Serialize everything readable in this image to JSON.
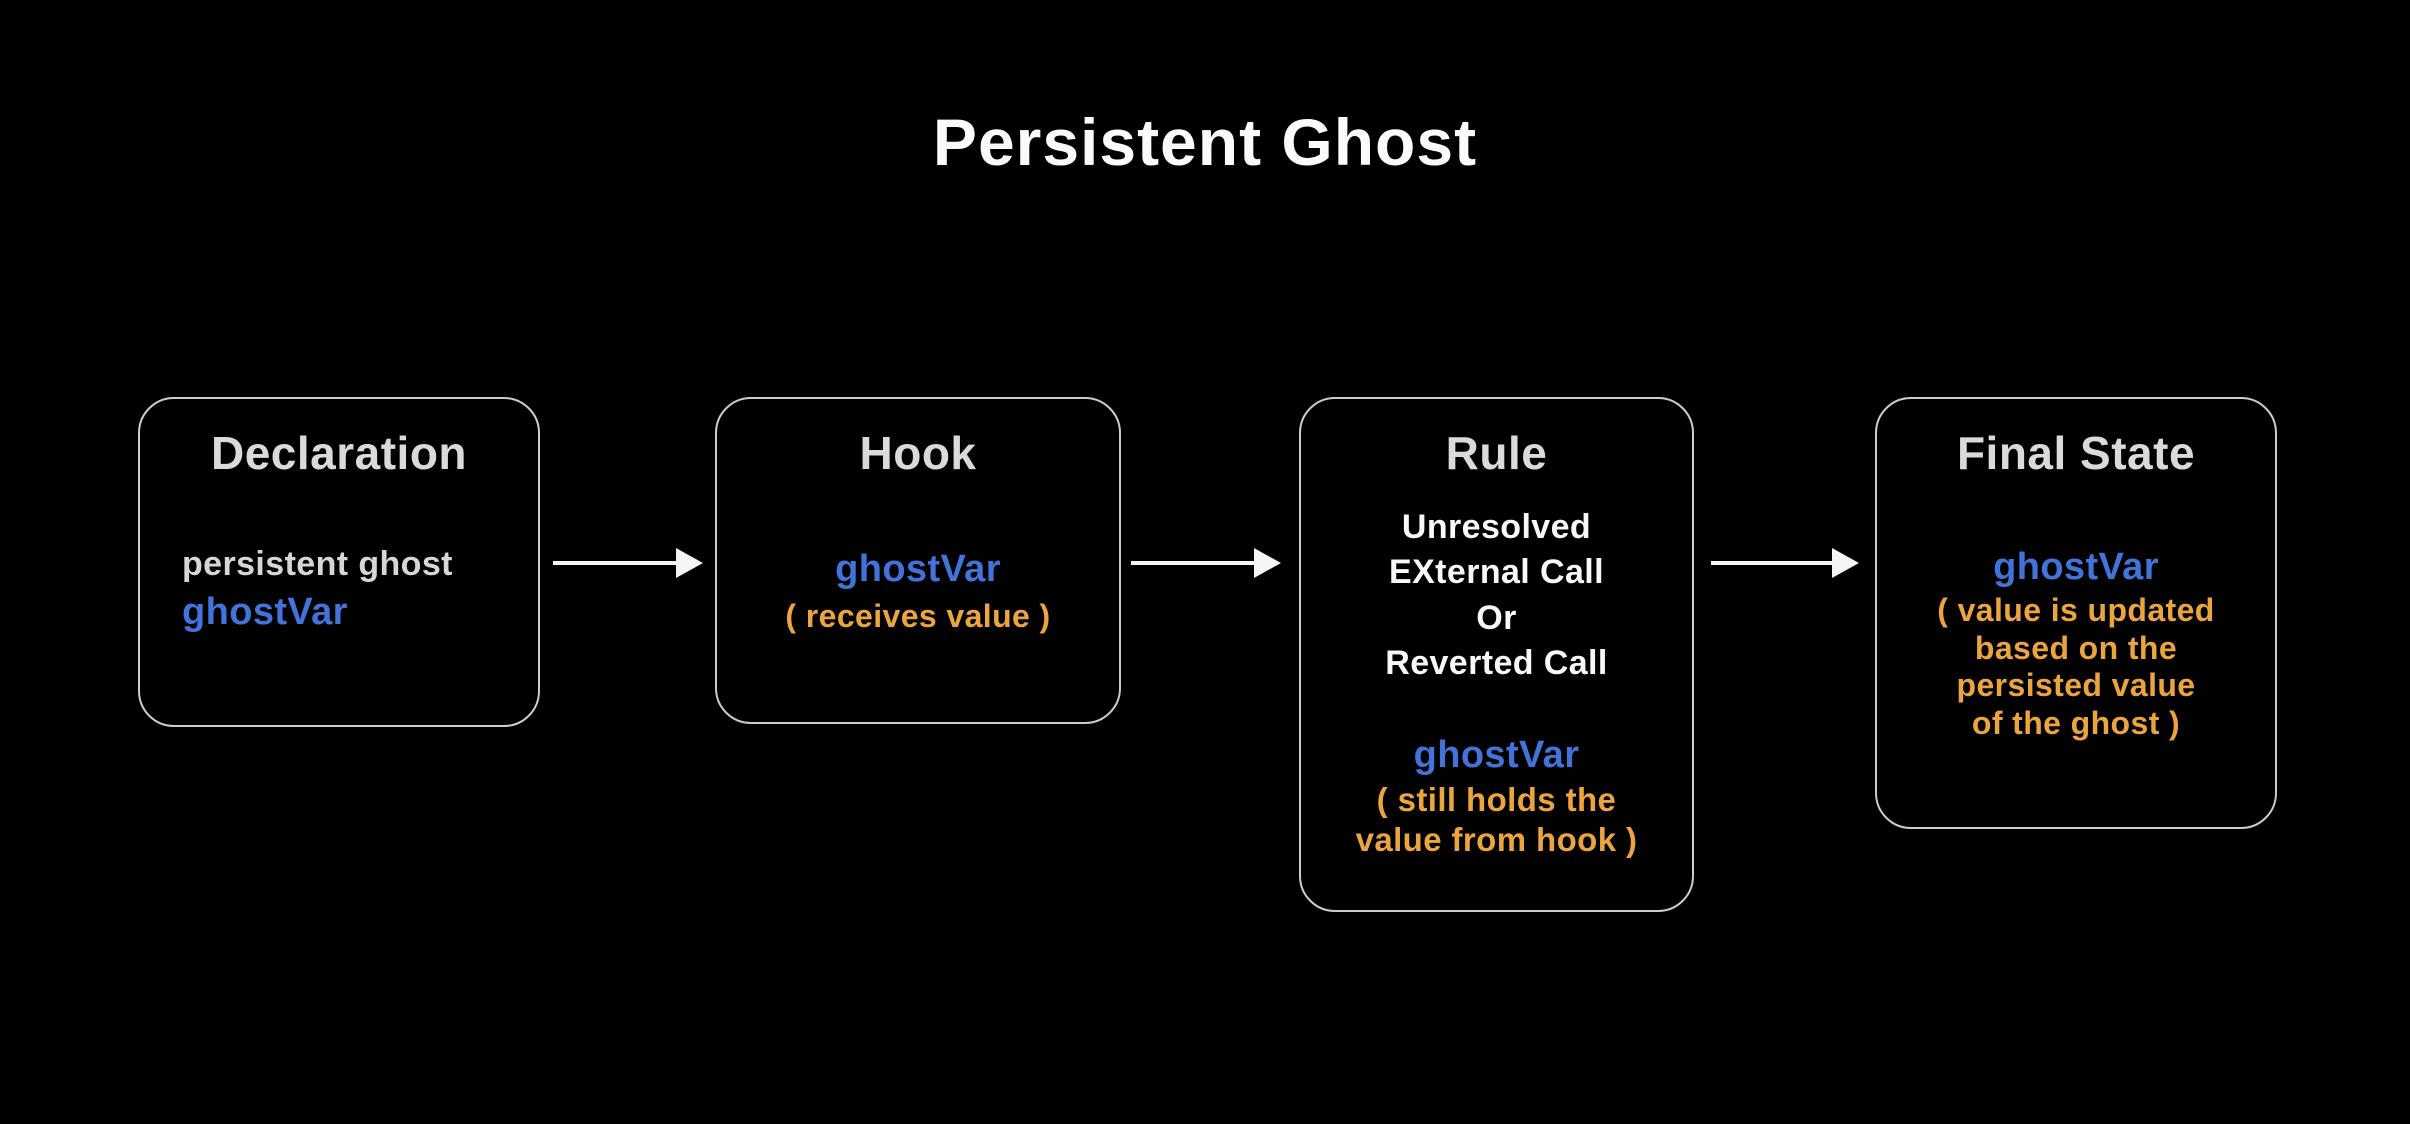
{
  "title": "Persistent Ghost",
  "colors": {
    "background": "#000000",
    "border": "#cccccc",
    "heading": "#dadada",
    "muted": "#d6d6d6",
    "white": "#f8f8f8",
    "blue": "#4273da",
    "orange": "#eca43f",
    "arrow": "#f5f5f5"
  },
  "boxes": [
    {
      "title": "Declaration",
      "lines": [
        {
          "text": "persistent ghost",
          "color": "muted"
        },
        {
          "text": "ghostVar",
          "color": "blue"
        }
      ]
    },
    {
      "title": "Hook",
      "lines": [
        {
          "text": "ghostVar",
          "color": "blue"
        },
        {
          "text": "( receives value )",
          "color": "orange"
        }
      ]
    },
    {
      "title": "Rule",
      "lines": [
        {
          "text": "Unresolved",
          "color": "white"
        },
        {
          "text": "EXternal Call",
          "color": "white"
        },
        {
          "text": "Or",
          "color": "white"
        },
        {
          "text": "Reverted Call",
          "color": "white"
        },
        {
          "text": "ghostVar",
          "color": "blue"
        },
        {
          "text": "( still holds the",
          "color": "orange"
        },
        {
          "text": "value from hook )",
          "color": "orange"
        }
      ]
    },
    {
      "title": "Final State",
      "lines": [
        {
          "text": "ghostVar",
          "color": "blue"
        },
        {
          "text": "( value is updated",
          "color": "orange"
        },
        {
          "text": "based on the",
          "color": "orange"
        },
        {
          "text": "persisted value",
          "color": "orange"
        },
        {
          "text": "of the ghost )",
          "color": "orange"
        }
      ]
    }
  ],
  "arrows": [
    {
      "icon": "arrow-right-icon"
    },
    {
      "icon": "arrow-right-icon"
    },
    {
      "icon": "arrow-right-icon"
    }
  ]
}
